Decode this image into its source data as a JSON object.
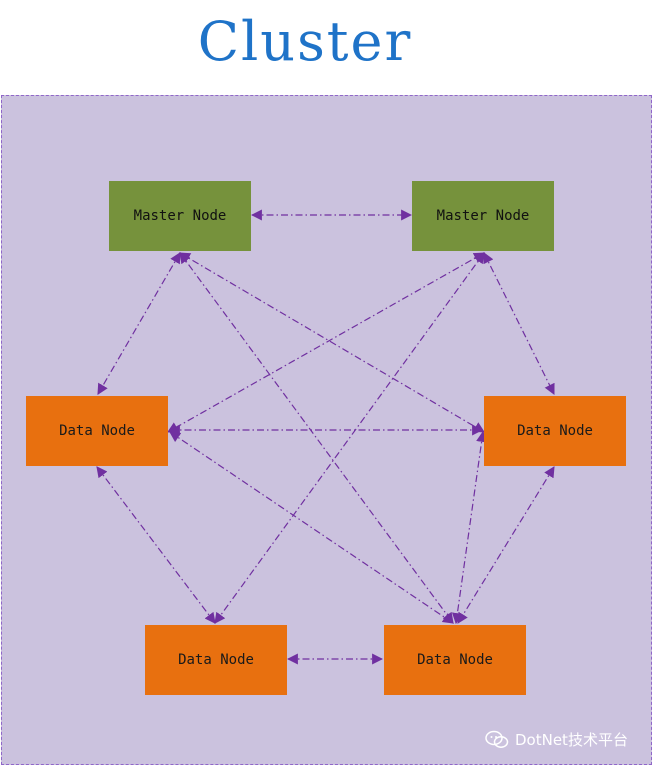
{
  "title": "Cluster",
  "nodes": {
    "master_1": "Master Node",
    "master_2": "Master Node",
    "data_left": "Data Node",
    "data_right": "Data Node",
    "data_bottom_left": "Data Node",
    "data_bottom_right": "Data Node"
  },
  "colors": {
    "title": "#1f73c8",
    "cluster_bg": "#cbc2de",
    "master": "#76923c",
    "data": "#e8700f",
    "edge": "#7030a0"
  },
  "watermark": "DotNet技术平台",
  "watermark_icon": "wechat-icon"
}
